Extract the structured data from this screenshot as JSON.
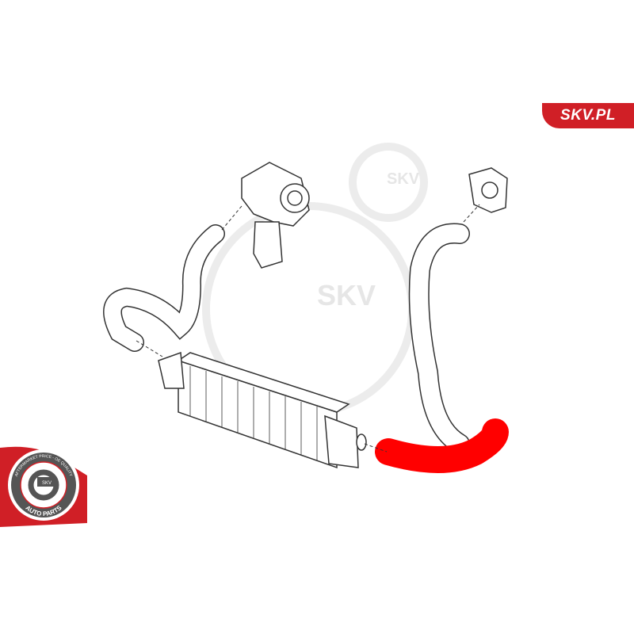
{
  "brand": {
    "label": "SKV.PL",
    "color": "#d01f26"
  },
  "watermark": {
    "text_large": "SKV",
    "text_small": "SKV"
  },
  "badge": {
    "ring_text": "AFTERMARKET PRICE - OE QUALITY",
    "center_text": "SKV",
    "bottom_text": "AUTO PARTS"
  },
  "colors": {
    "highlight_part": "#ff0000",
    "line": "#333333"
  }
}
